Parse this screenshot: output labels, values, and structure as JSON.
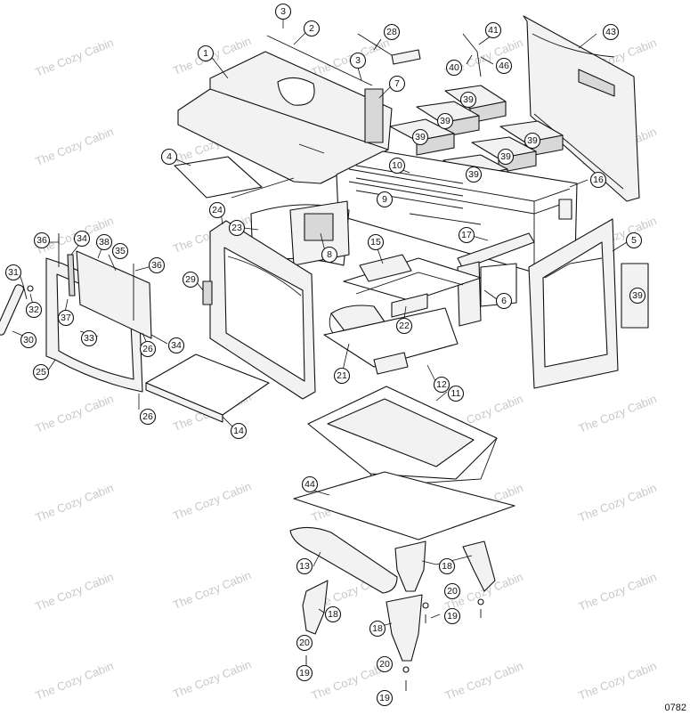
{
  "watermark": "The Cozy Cabin",
  "reference_code": "0782",
  "callouts": [
    {
      "id": "c1",
      "label": "1"
    },
    {
      "id": "c2",
      "label": "2"
    },
    {
      "id": "c3a",
      "label": "3"
    },
    {
      "id": "c3b",
      "label": "3"
    },
    {
      "id": "c4",
      "label": "4"
    },
    {
      "id": "c5",
      "label": "5"
    },
    {
      "id": "c6",
      "label": "6"
    },
    {
      "id": "c7",
      "label": "7"
    },
    {
      "id": "c8",
      "label": "8"
    },
    {
      "id": "c9",
      "label": "9"
    },
    {
      "id": "c10",
      "label": "10"
    },
    {
      "id": "c11",
      "label": "11"
    },
    {
      "id": "c12",
      "label": "12"
    },
    {
      "id": "c13",
      "label": "13"
    },
    {
      "id": "c14",
      "label": "14"
    },
    {
      "id": "c15",
      "label": "15"
    },
    {
      "id": "c16",
      "label": "16"
    },
    {
      "id": "c17",
      "label": "17"
    },
    {
      "id": "c18a",
      "label": "18"
    },
    {
      "id": "c18b",
      "label": "18"
    },
    {
      "id": "c18c",
      "label": "18"
    },
    {
      "id": "c19a",
      "label": "19"
    },
    {
      "id": "c19b",
      "label": "19"
    },
    {
      "id": "c19c",
      "label": "19"
    },
    {
      "id": "c20a",
      "label": "20"
    },
    {
      "id": "c20b",
      "label": "20"
    },
    {
      "id": "c20c",
      "label": "20"
    },
    {
      "id": "c21",
      "label": "21"
    },
    {
      "id": "c22",
      "label": "22"
    },
    {
      "id": "c23",
      "label": "23"
    },
    {
      "id": "c24",
      "label": "24"
    },
    {
      "id": "c25",
      "label": "25"
    },
    {
      "id": "c26a",
      "label": "26"
    },
    {
      "id": "c26b",
      "label": "26"
    },
    {
      "id": "c28",
      "label": "28"
    },
    {
      "id": "c29",
      "label": "29"
    },
    {
      "id": "c30",
      "label": "30"
    },
    {
      "id": "c31",
      "label": "31"
    },
    {
      "id": "c32",
      "label": "32"
    },
    {
      "id": "c33",
      "label": "33"
    },
    {
      "id": "c34a",
      "label": "34"
    },
    {
      "id": "c34b",
      "label": "34"
    },
    {
      "id": "c35",
      "label": "35"
    },
    {
      "id": "c36a",
      "label": "36"
    },
    {
      "id": "c36b",
      "label": "36"
    },
    {
      "id": "c37",
      "label": "37"
    },
    {
      "id": "c38",
      "label": "38"
    },
    {
      "id": "c39a",
      "label": "39"
    },
    {
      "id": "c39b",
      "label": "39"
    },
    {
      "id": "c39c",
      "label": "39"
    },
    {
      "id": "c39d",
      "label": "39"
    },
    {
      "id": "c39e",
      "label": "39"
    },
    {
      "id": "c39f",
      "label": "39"
    },
    {
      "id": "c39g",
      "label": "39"
    },
    {
      "id": "c40",
      "label": "40"
    },
    {
      "id": "c41",
      "label": "41"
    },
    {
      "id": "c43",
      "label": "43"
    },
    {
      "id": "c44",
      "label": "44"
    },
    {
      "id": "c46",
      "label": "46"
    }
  ]
}
